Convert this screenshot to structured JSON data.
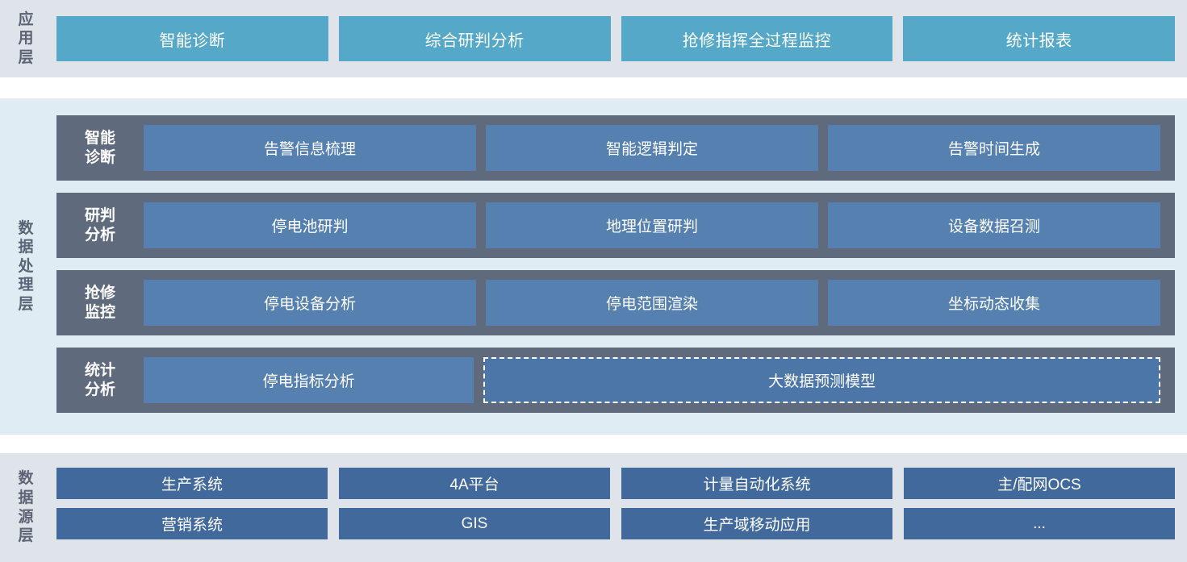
{
  "layers": [
    {
      "id": "application",
      "label": "应用层",
      "boxes": [
        {
          "label": "智能诊断"
        },
        {
          "label": "综合研判分析"
        },
        {
          "label": "抢修指挥全过程监控"
        },
        {
          "label": "统计报表"
        }
      ]
    },
    {
      "id": "data-processing",
      "label": "数据处理层",
      "rows": [
        {
          "label": "智能诊断",
          "cells": [
            {
              "label": "告警信息梳理",
              "style": "solid"
            },
            {
              "label": "智能逻辑判定",
              "style": "solid"
            },
            {
              "label": "告警时间生成",
              "style": "solid"
            }
          ]
        },
        {
          "label": "研判分析",
          "cells": [
            {
              "label": "停电池研判",
              "style": "solid"
            },
            {
              "label": "地理位置研判",
              "style": "solid"
            },
            {
              "label": "设备数据召测",
              "style": "solid"
            }
          ]
        },
        {
          "label": "抢修监控",
          "cells": [
            {
              "label": "停电设备分析",
              "style": "solid"
            },
            {
              "label": "停电范围渲染",
              "style": "solid"
            },
            {
              "label": "坐标动态收集",
              "style": "solid"
            }
          ]
        },
        {
          "label": "统计分析",
          "cells": [
            {
              "label": "停电指标分析",
              "style": "solid"
            },
            {
              "label": "大数据预测模型",
              "style": "dashed",
              "span": 2
            }
          ]
        }
      ]
    },
    {
      "id": "data-source",
      "label": "数据源层",
      "rows": [
        [
          {
            "label": "生产系统"
          },
          {
            "label": "4A平台"
          },
          {
            "label": "计量自动化系统"
          },
          {
            "label": "主/配网OCS"
          }
        ],
        [
          {
            "label": "营销系统"
          },
          {
            "label": "GIS"
          },
          {
            "label": "生产域移动应用"
          },
          {
            "label": "..."
          }
        ]
      ]
    }
  ],
  "colors": {
    "band_app_bg": "#dfe3ea",
    "band_proc_bg": "#e0ecf3",
    "band_src_bg": "#dfe3ea",
    "app_box": "#55a8c7",
    "proc_row_bg": "#5f6a7d",
    "proc_cell": "#5580b0",
    "proc_cell_dashed": "#4d76a8",
    "src_box": "#41699b",
    "layer_label_text": "#5a6474",
    "box_text": "#ffffff"
  }
}
